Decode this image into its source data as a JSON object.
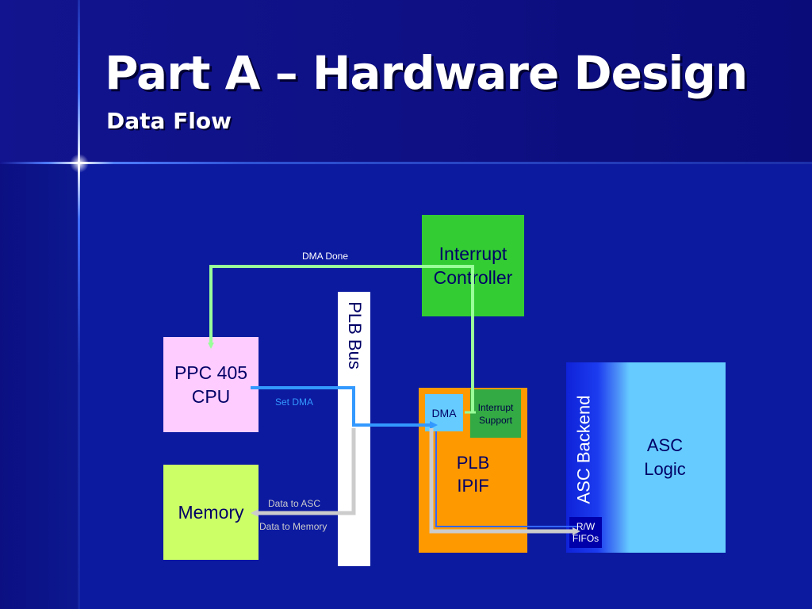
{
  "slide": {
    "title": "Part A – Hardware Design",
    "subtitle": "Data Flow"
  },
  "diagram": {
    "blocks": {
      "interrupt_controller": "Interrupt\nController",
      "cpu": "PPC 405\nCPU",
      "memory": "Memory",
      "plb_bus": "PLB Bus",
      "plb_ipif": "PLB\nIPIF",
      "dma": "DMA",
      "interrupt_support": "Interrupt\nSupport",
      "asc_backend": "ASC Backend",
      "asc_logic": "ASC\nLogic",
      "rw_fifos": "R/W\nFIFOs"
    },
    "signals": {
      "dma_done": "DMA Done",
      "set_dma": "Set DMA",
      "data_to_asc": "Data to ASC",
      "data_to_memory": "Data to Memory"
    }
  },
  "colors": {
    "background": "#0c1aa0",
    "interrupt_green": "#33cc33",
    "cpu_pink": "#ffccff",
    "memory_lime": "#ccff66",
    "ipif_orange": "#ff9900",
    "dma_lightblue": "#66ccff",
    "asc_lightblue": "#66ccff",
    "fifo_navy": "#0000aa",
    "arrow_green": "#99ff99",
    "arrow_blue": "#3366ff",
    "arrow_gray": "#c0c0c0"
  }
}
